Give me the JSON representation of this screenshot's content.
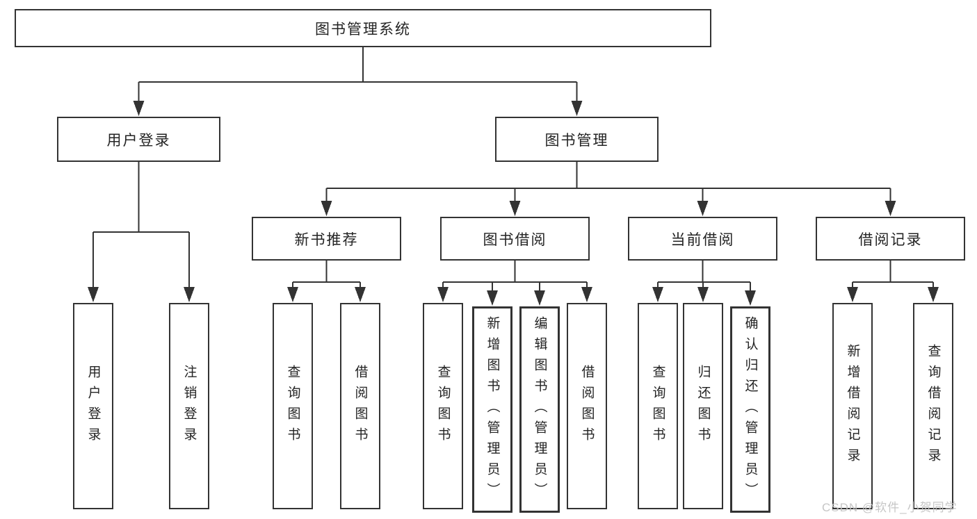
{
  "diagram": {
    "root": {
      "label": "图书管理系统"
    },
    "user_login": {
      "label": "用户登录",
      "children": [
        {
          "label": "用户登录"
        },
        {
          "label": "注销登录"
        }
      ]
    },
    "book_management": {
      "label": "图书管理",
      "sections": [
        {
          "label": "新书推荐",
          "children": [
            {
              "label": "查询图书"
            },
            {
              "label": "借阅图书"
            }
          ]
        },
        {
          "label": "图书借阅",
          "children": [
            {
              "label": "查询图书"
            },
            {
              "label": "新增图书（管理员）"
            },
            {
              "label": "编辑图书（管理员）"
            },
            {
              "label": "借阅图书"
            }
          ]
        },
        {
          "label": "当前借阅",
          "children": [
            {
              "label": "查询图书"
            },
            {
              "label": "归还图书"
            },
            {
              "label": "确认归还（管理员）"
            }
          ]
        },
        {
          "label": "借阅记录",
          "children": [
            {
              "label": "新增借阅记录"
            },
            {
              "label": "查询借阅记录"
            }
          ]
        }
      ]
    },
    "watermark": "CSDN @软件_小贺同学"
  },
  "colors": {
    "background": "#ffffff",
    "box_border": "#333333",
    "connector": "#333333",
    "text": "#232323",
    "watermark": "#c3c3c3"
  }
}
